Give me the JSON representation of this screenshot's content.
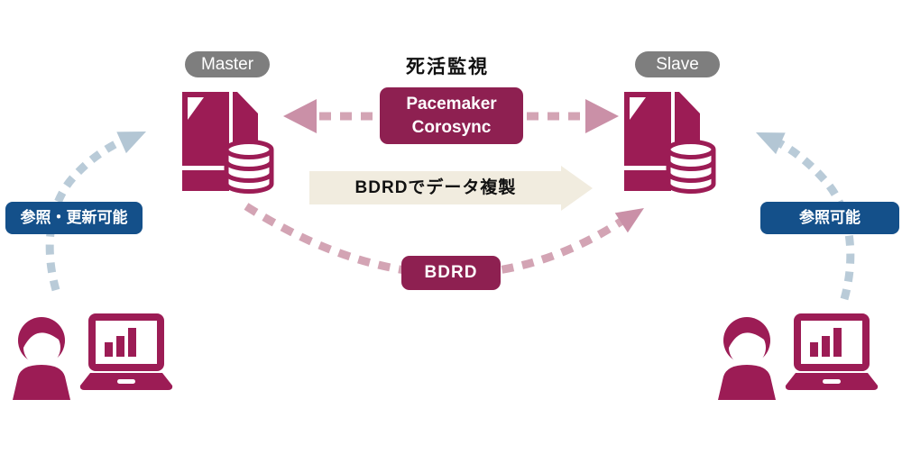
{
  "colors": {
    "crimson_icon": "#9c1c55",
    "crimson_box": "#8e2051",
    "pink_dash": "#d3a4b4",
    "pink_arrowhead": "#ca90a7",
    "beige_arrow": "#f1ecdf",
    "blue_box": "#14508a",
    "blue_dash": "#b9cbd8",
    "gray_pill": "#7e7e7e"
  },
  "nodes": {
    "master": {
      "label": "Master"
    },
    "slave": {
      "label": "Slave"
    }
  },
  "heartbeat": {
    "title": "死活監視",
    "box": {
      "line1": "Pacemaker",
      "line2": "Corosync"
    }
  },
  "replication": {
    "flow_label": "BDRDでデータ複製",
    "link_label": "BDRD"
  },
  "access": {
    "left_label": "参照・更新可能",
    "right_label": "参照可能"
  },
  "icons": {
    "server": "server-icon",
    "database": "database-icon",
    "user": "user-icon",
    "laptop": "laptop-icon",
    "heartbeat_arrow": "double-dashed-arrow-icon",
    "replication_arrow": "right-block-arrow-icon"
  }
}
